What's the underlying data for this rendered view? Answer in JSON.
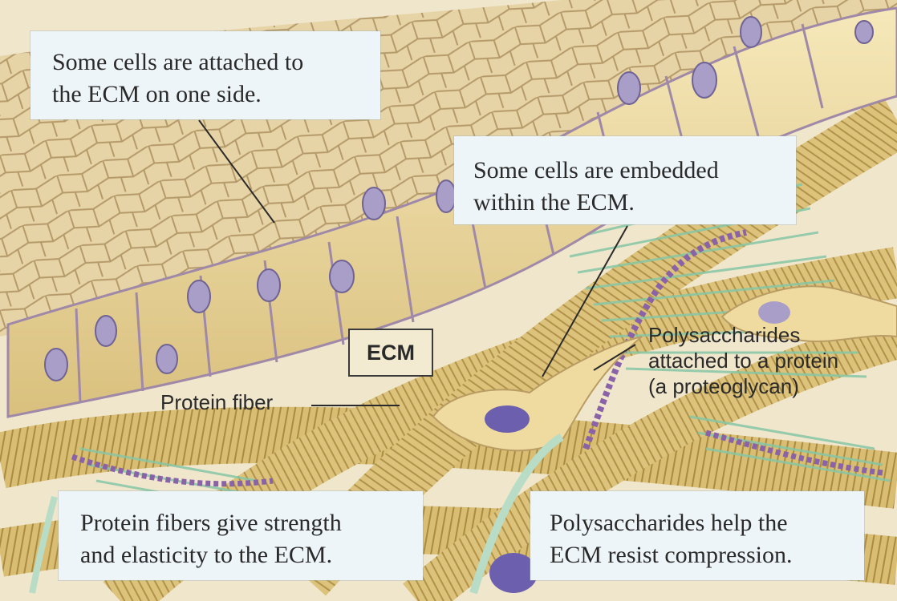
{
  "callouts": {
    "attached": {
      "line1": "Some cells are attached to",
      "line2": "the ECM on one side."
    },
    "embedded": {
      "line1": "Some cells are embedded",
      "line2": "within the ECM."
    },
    "fibers": {
      "line1": "Protein fibers give strength",
      "line2": "and elasticity to the ECM."
    },
    "polysaccharides": {
      "line1": "Polysaccharides help the",
      "line2": "ECM resist compression."
    }
  },
  "labels": {
    "ecm": "ECM",
    "protein_fiber": "Protein fiber",
    "proteoglycan": {
      "line1": "Polysaccharides",
      "line2": "attached to a protein",
      "line3": "(a proteoglycan)"
    }
  },
  "colors": {
    "fiber": "#d9bf72",
    "fiber_shadow": "#a88a3c",
    "cell_body": "#efdba0",
    "cell_border": "#9f88a8",
    "nucleus": "#a99ec8",
    "embedded_nucleus": "#6c5fae",
    "polysaccharide": "#86c7a6",
    "callout_bg": "#eef5f8"
  }
}
